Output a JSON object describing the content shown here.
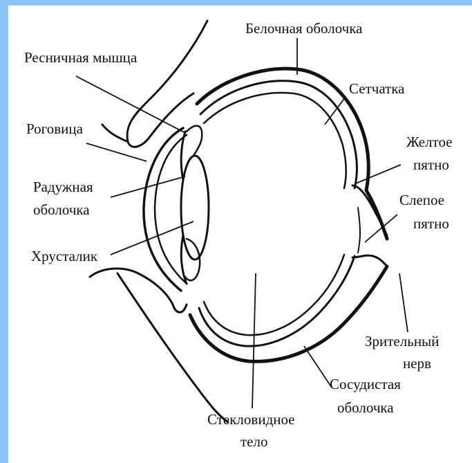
{
  "diagram": {
    "labels": {
      "sclera": "Белочная оболочка",
      "ciliary_muscle": "Ресничная мышца",
      "retina": "Сетчатка",
      "cornea": "Роговица",
      "macula_1": "Желтое",
      "macula_2": "пятно",
      "iris_1": "Радужная",
      "iris_2": "оболочка",
      "blind_spot_1": "Слепое",
      "blind_spot_2": "пятно",
      "lens": "Хрусталик",
      "optic_nerve_1": "Зрительный",
      "optic_nerve_2": "нерв",
      "choroid_1": "Сосудистая",
      "choroid_2": "оболочка",
      "vitreous_1": "Стекловидное",
      "vitreous_2": "тело"
    }
  }
}
